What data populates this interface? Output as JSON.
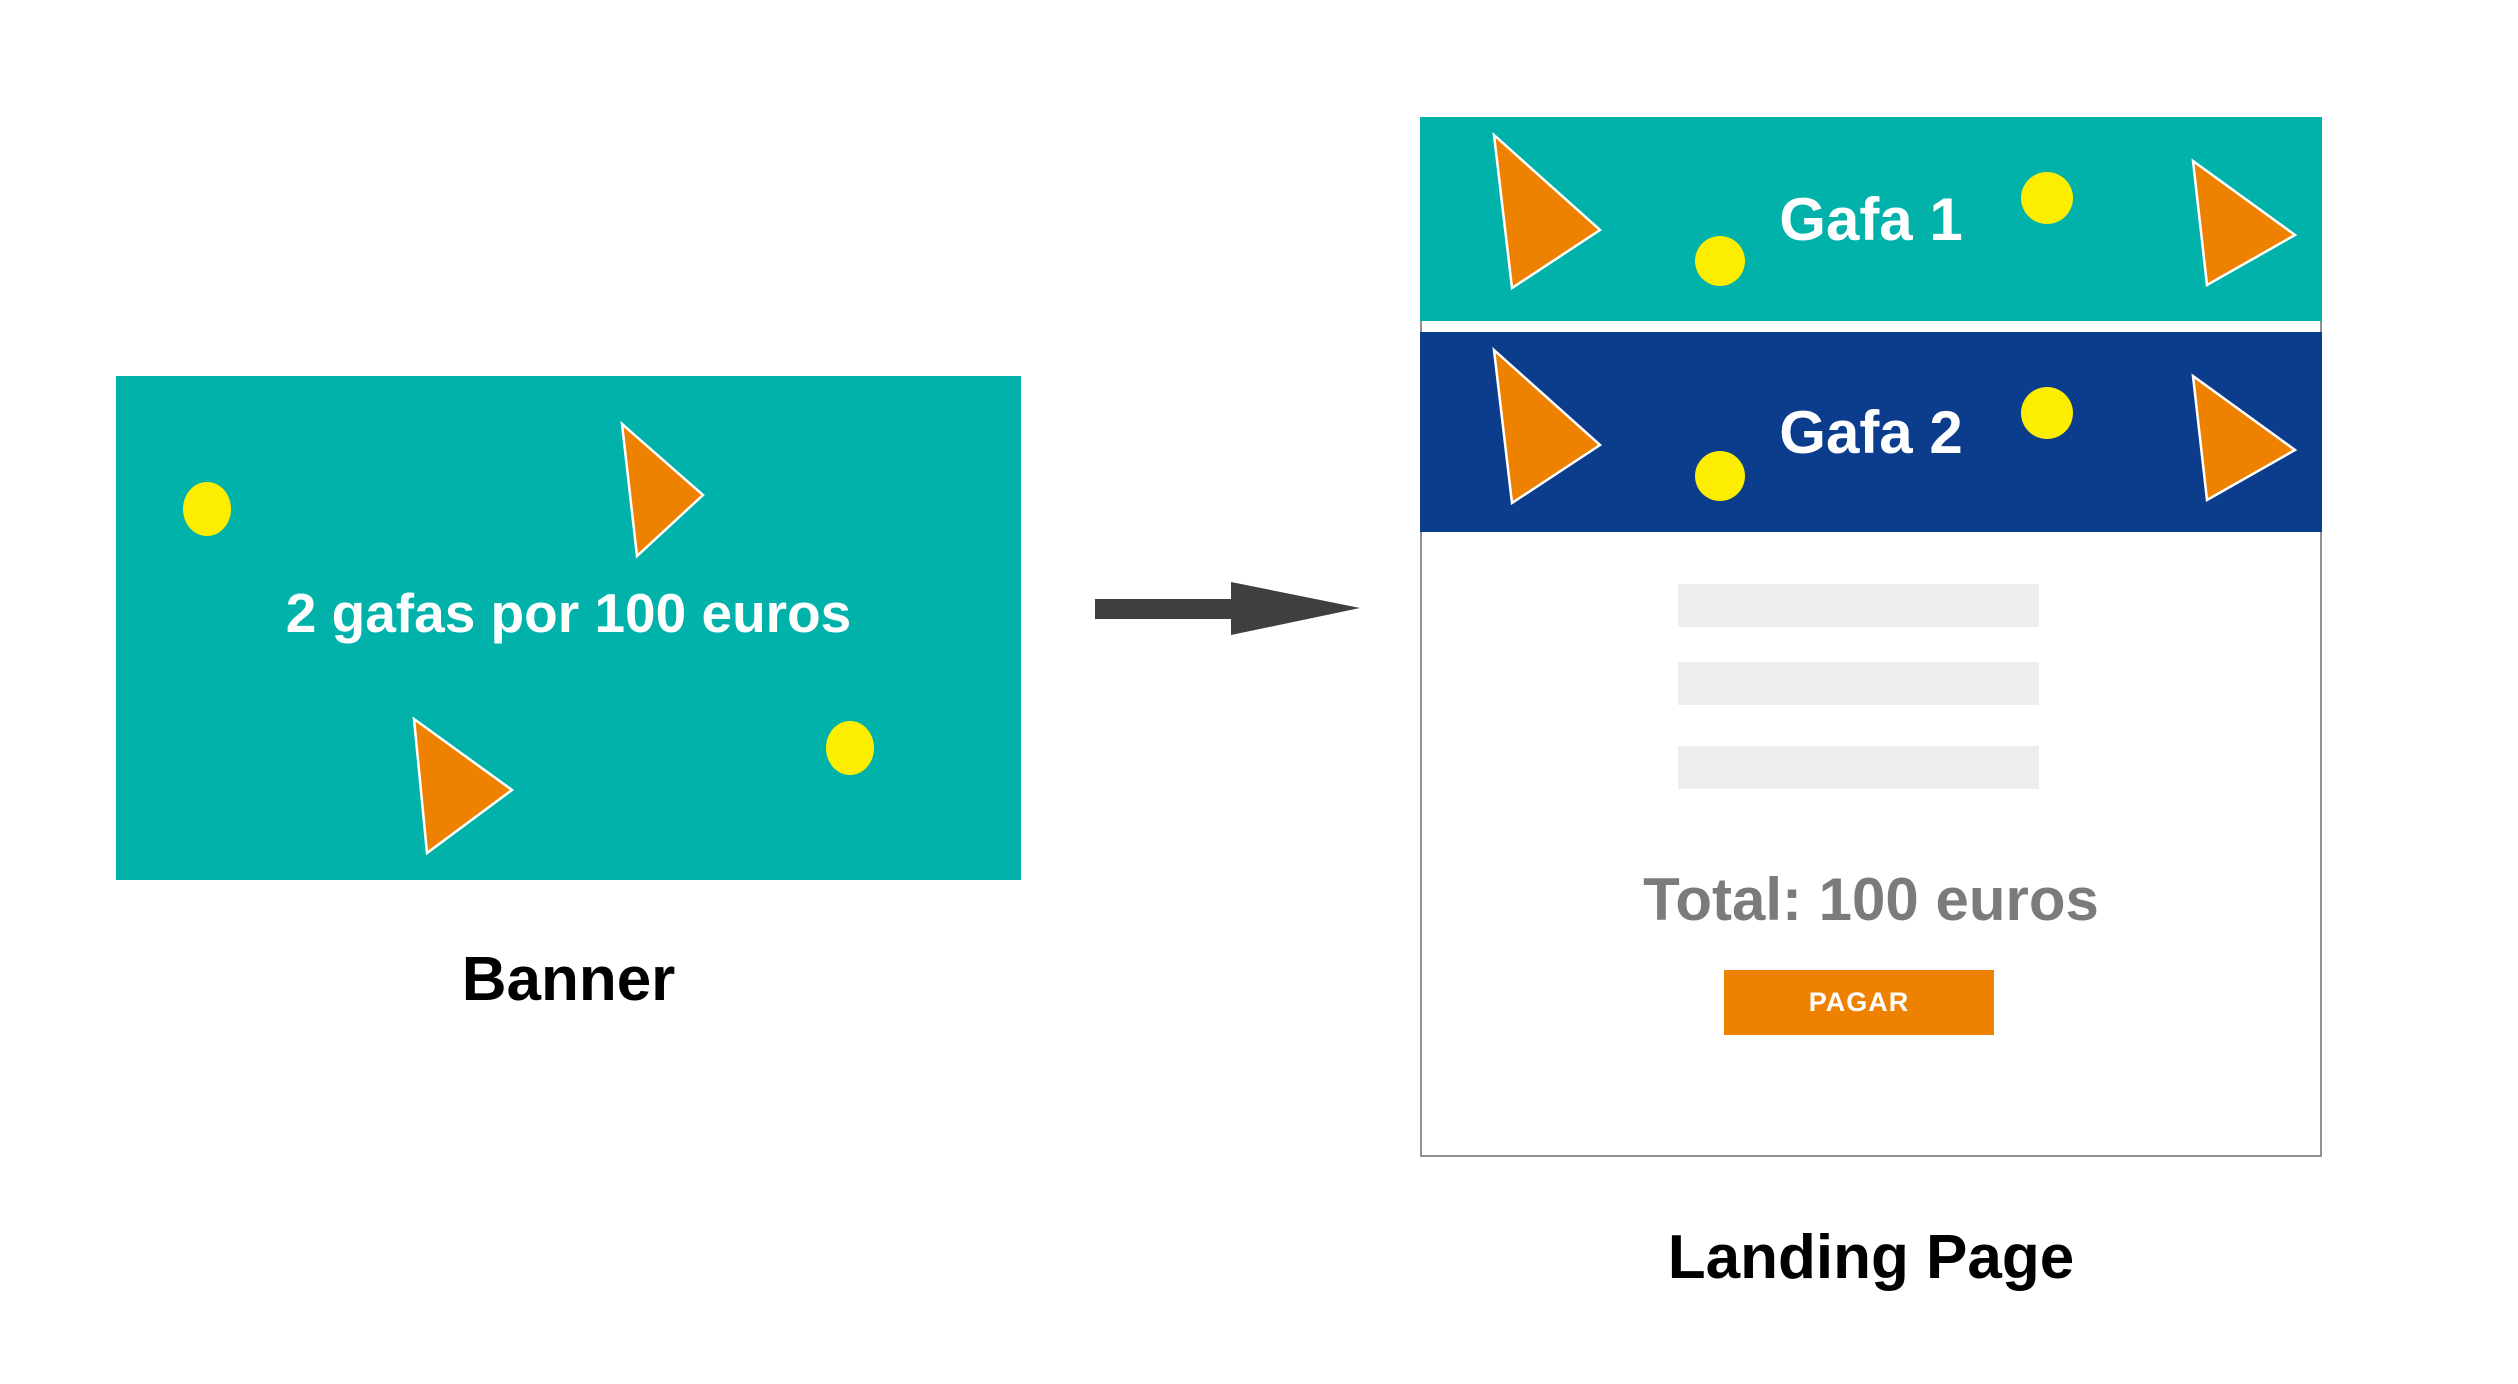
{
  "banner": {
    "text": "2 gafas por 100 euros",
    "caption": "Banner"
  },
  "arrow": {
    "direction": "right"
  },
  "landing": {
    "caption": "Landing Page",
    "products": [
      {
        "label": "Gafa 1"
      },
      {
        "label": "Gafa 2"
      }
    ],
    "placeholder_lines": 3,
    "total_text": "Total: 100 euros",
    "pay_button_label": "PAGAR"
  },
  "colors": {
    "teal": "#00B2AA",
    "blue": "#0C3D8D",
    "orange": "#EE8100",
    "yellow": "#FDEE00",
    "arrow": "#3F3F3F",
    "total-gray": "#7B7B7B",
    "placeholder": "#EDEDED",
    "frame": "#919191"
  }
}
